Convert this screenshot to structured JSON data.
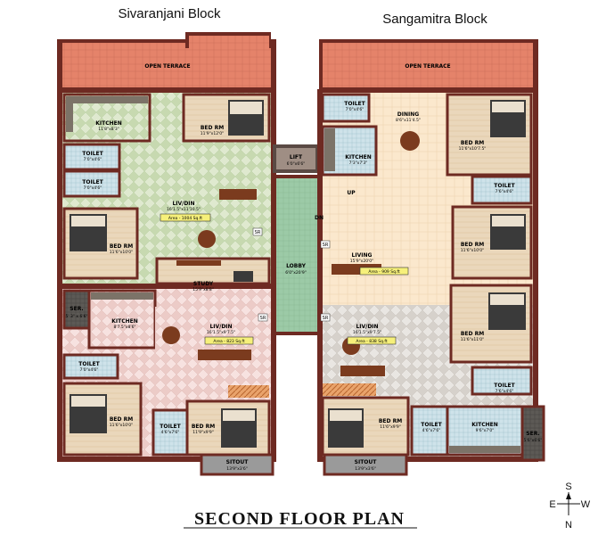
{
  "blocks": {
    "left": {
      "name": "Sivaranjani Block"
    },
    "right": {
      "name": "Sangamitra Block"
    }
  },
  "plan_title": "SECOND FLOOR PLAN",
  "compass": {
    "s": "S",
    "e": "E",
    "w": "W",
    "n": "N"
  },
  "common": {
    "lift": {
      "label": "LIFT",
      "dim": "6'0\"x6'6\""
    },
    "lobby": {
      "label": "LOBBY",
      "dim": "6'0\"x20'9\""
    },
    "up": "UP",
    "dn": "DN"
  },
  "left_block": {
    "terrace": "OPEN TERRACE",
    "kitchen_top": {
      "label": "KITCHEN",
      "dim": "11'8\"x8'3\""
    },
    "toilet_1": {
      "label": "TOILET",
      "dim": "7'0\"x4'6\""
    },
    "toilet_2": {
      "label": "TOILET",
      "dim": "7'0\"x4'6\""
    },
    "bed_top_right": {
      "label": "BED RM",
      "dim": "11'9\"x12'0\""
    },
    "bed_mid_left": {
      "label": "BED RM",
      "dim": "11'6\"x10'0\""
    },
    "livdin_top": {
      "label": "LIV/DIN",
      "dim": "16'1.5\"x11'10.5\"",
      "area": "Area - 1004 Sq.ft"
    },
    "study": {
      "label": "STUDY",
      "dim": "15'9\"x8'8\""
    },
    "ser": {
      "label": "SER.",
      "dim": "5' 3\" x 6'6\""
    },
    "kitchen_bottom": {
      "label": "KITCHEN",
      "dim": "8'7.5\"x8'6\""
    },
    "livdin_bottom": {
      "label": "LIV/DIN",
      "dim": "16'1.5\"x9'7.5\"",
      "area": "Area - 823 Sq.ft"
    },
    "toilet_3": {
      "label": "TOILET",
      "dim": "7'0\"x4'6\""
    },
    "bed_bottom_left": {
      "label": "BED RM",
      "dim": "11'6\"x10'0\""
    },
    "toilet_4": {
      "label": "TOILET",
      "dim": "4'6\"x7'6\""
    },
    "bed_bottom_right": {
      "label": "BED RM",
      "dim": "11'9\"x9'9\""
    },
    "sitout": {
      "label": "SITOUT",
      "dim": "13'9\"x3'6\""
    },
    "sr_1": "SR",
    "sr_2": "SR"
  },
  "right_block": {
    "terrace": "OPEN TERRACE",
    "toilet_top": {
      "label": "TOILET",
      "dim": "7'0\"x4'6\""
    },
    "dining": {
      "label": "DINING",
      "dim": "8'6\"x11'4.5\""
    },
    "kitchen_top": {
      "label": "KITCHEN",
      "dim": "7'3\"x7'3\""
    },
    "bed_top_right": {
      "label": "BED RM",
      "dim": "11'6\"x10'7.5\""
    },
    "toilet_mid": {
      "label": "TOILET",
      "dim": "7'6\"x4'6\""
    },
    "living": {
      "label": "LIVING",
      "dim": "15'9\"x20'0\"",
      "area": "Area - 909 Sq.ft"
    },
    "bed_mid_right": {
      "label": "BED RM",
      "dim": "11'6\"x10'0\""
    },
    "bed_right_lower": {
      "label": "BED RM",
      "dim": "11'6\"x11'0\""
    },
    "livdin": {
      "label": "LIV/DIN",
      "dim": "16'1.5\"x9'7.5\"",
      "area": "Area - 838 Sq.ft"
    },
    "toilet_lower": {
      "label": "TOILET",
      "dim": "7'6\"x4'6\""
    },
    "bed_bottom_left": {
      "label": "BED RM",
      "dim": "11'6\"x9'9\""
    },
    "toilet_bottom": {
      "label": "TOILET",
      "dim": "4'6\"x7'6\""
    },
    "kitchen_bottom": {
      "label": "KITCHEN",
      "dim": "9'6\"x7'0\""
    },
    "ser": {
      "label": "SER.",
      "dim": "5'6\"x6'6\""
    },
    "sitout": {
      "label": "SITOUT",
      "dim": "13'9\"x3'6\""
    },
    "sr_1": "SR",
    "sr_2": "SR"
  }
}
